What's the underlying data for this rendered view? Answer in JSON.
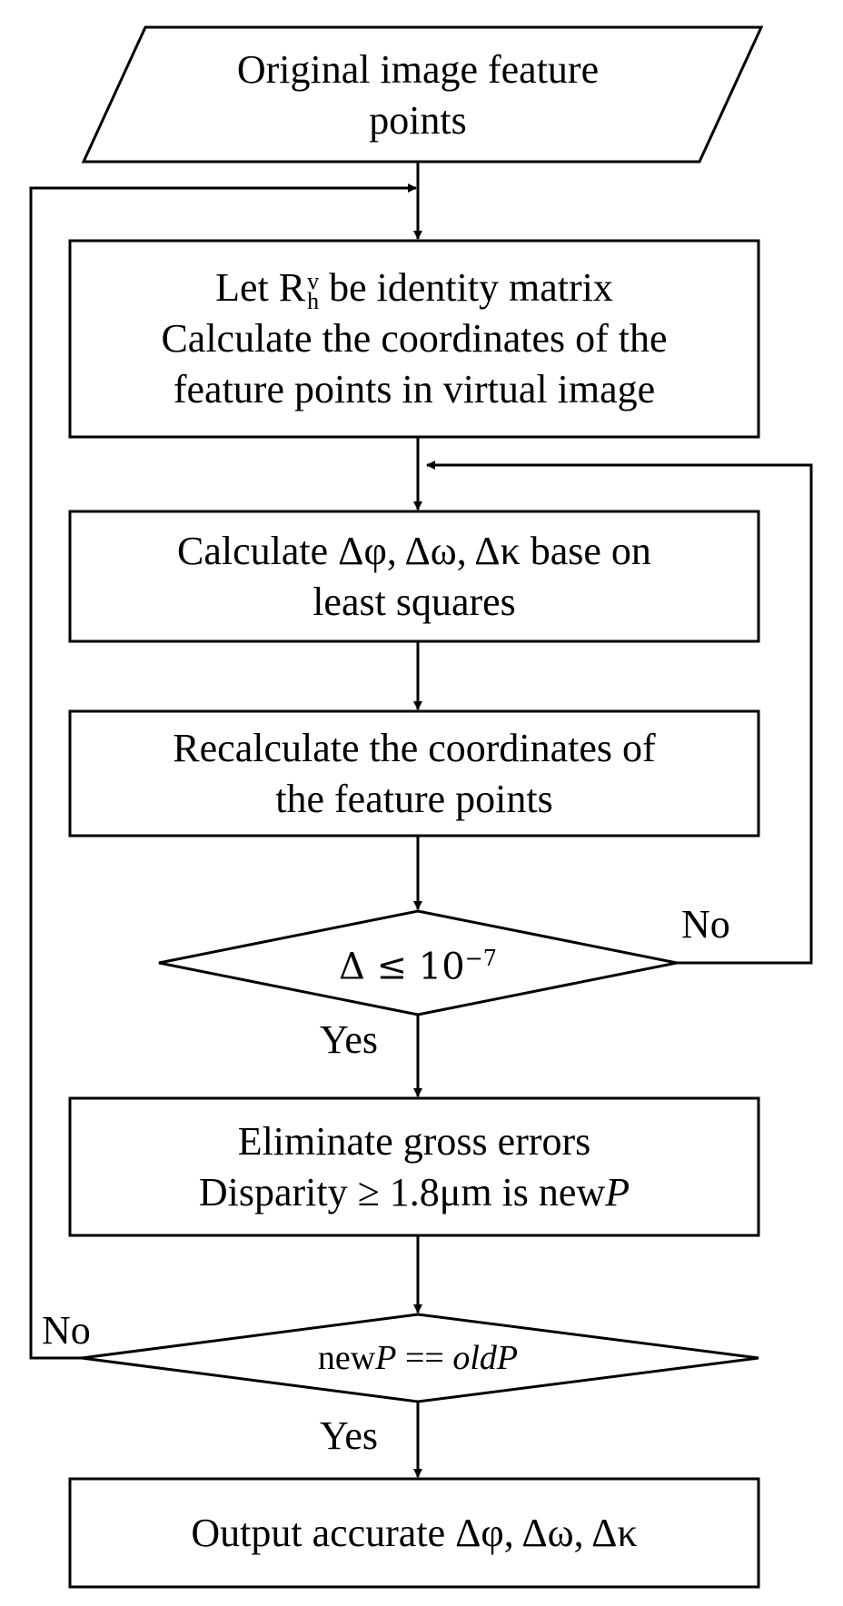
{
  "nodes": {
    "input": {
      "lines": [
        "Original image feature",
        "points"
      ]
    },
    "init": {
      "line1_prefix": "Let R",
      "line1_sup": "v",
      "line1_sub": "h",
      "line1_suffix": " be identity matrix",
      "line2": "Calculate the coordinates of the",
      "line3": "feature points in virtual image"
    },
    "least_squares": {
      "lines": [
        "Calculate Δφ, Δω, Δκ base on",
        "least squares"
      ]
    },
    "recalc": {
      "lines": [
        "Recalculate the coordinates of",
        "the feature points"
      ]
    },
    "convergence": {
      "base": "Δ ≤ 10",
      "exp": "−7"
    },
    "eliminate": {
      "line1": "Eliminate gross errors",
      "line2_prefix": "Disparity ≥ 1.8μm is new",
      "line2_var": "P"
    },
    "compare": {
      "prefix": "new",
      "var1": "P",
      "op": " == ",
      "var2": "oldP"
    },
    "output": {
      "text": "Output accurate Δφ, Δω, Δκ"
    }
  },
  "edges": {
    "convergence_no": "No",
    "convergence_yes": "Yes",
    "compare_no": "No",
    "compare_yes": "Yes"
  }
}
